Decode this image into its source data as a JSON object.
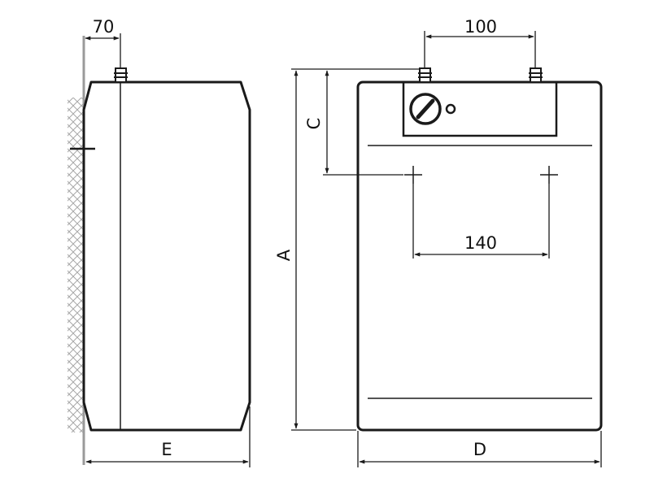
{
  "diagram": {
    "stroke_color": "#1a1a1a",
    "wall_color": "#9a9a9a",
    "labels": {
      "wall_offset": "70",
      "inlet_spacing": "100",
      "mount_spacing": "140",
      "height_total": "A",
      "height_to_mount": "C",
      "depth": "E",
      "width": "D"
    }
  }
}
